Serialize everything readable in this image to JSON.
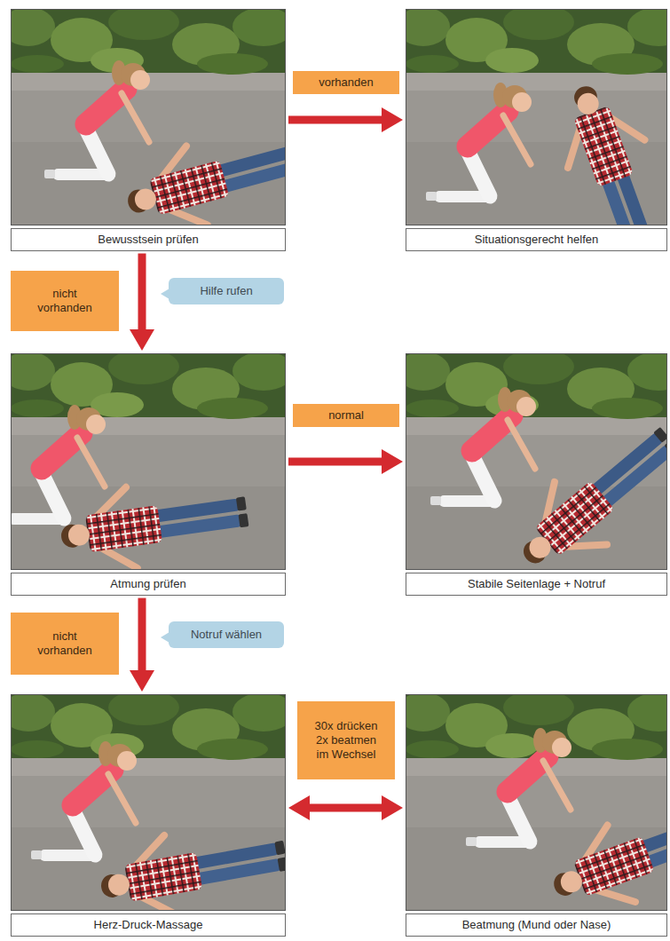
{
  "diagram": {
    "nodes": [
      {
        "text": [
          "Bewusstsein prüfen"
        ]
      },
      {
        "text": [
          "Situationsgerecht helfen"
        ]
      },
      {
        "text": [
          "Atmung prüfen"
        ]
      },
      {
        "text": [
          "Stabile Seitenlage + Notruf"
        ]
      },
      {
        "text": [
          "Herz-Druck-Massage"
        ]
      },
      {
        "text": [
          "Beatmung (Mund oder Nase)"
        ]
      }
    ],
    "edges": [
      {
        "from": 0,
        "to": 1,
        "arrow": "to",
        "label": "vorhanden"
      },
      {
        "from": 0,
        "to": 2,
        "arrow": "to",
        "label": "nicht vorhanden"
      },
      {
        "from": 2,
        "to": 3,
        "arrow": "to",
        "label": "normal"
      },
      {
        "from": 2,
        "to": 4,
        "arrow": "to",
        "label": "nicht vorhanden"
      },
      {
        "from": 4,
        "to": 5,
        "arrow": "both",
        "label": "30x drücken 2x beatmen im Wechsel"
      }
    ],
    "labels": [
      "Hilfe rufen",
      "Notruf wählen"
    ]
  }
}
